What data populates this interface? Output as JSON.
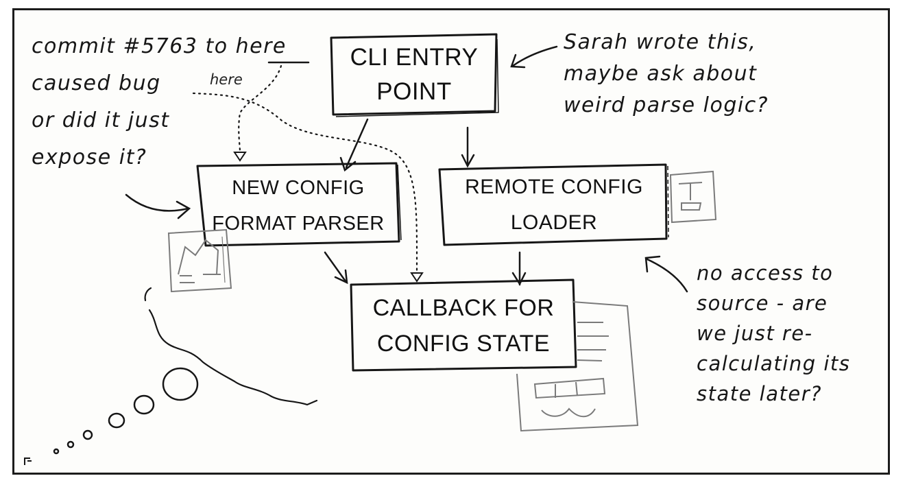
{
  "notes": {
    "commit": [
      "commit #5763 to here",
      "caused bug",
      "or did it just",
      "expose it?"
    ],
    "here_label": "here",
    "sarah": [
      "Sarah wrote this,",
      "maybe ask about",
      "weird parse logic?"
    ],
    "no_access": [
      "no access to",
      "source - are",
      "we just re-",
      "calculating its",
      "state later?"
    ]
  },
  "boxes": {
    "cli": [
      "CLI ENTRY",
      "POINT"
    ],
    "parser": [
      "NEW CONFIG",
      "FORMAT PARSER"
    ],
    "remote": [
      "REMOTE CONFIG",
      "LOADER"
    ],
    "callback": [
      "CALLBACK FOR",
      "CONFIG STATE"
    ]
  },
  "colors": {
    "ink": "#161616",
    "sketch": "#7a7a7a",
    "paper": "#fdfdfb"
  }
}
